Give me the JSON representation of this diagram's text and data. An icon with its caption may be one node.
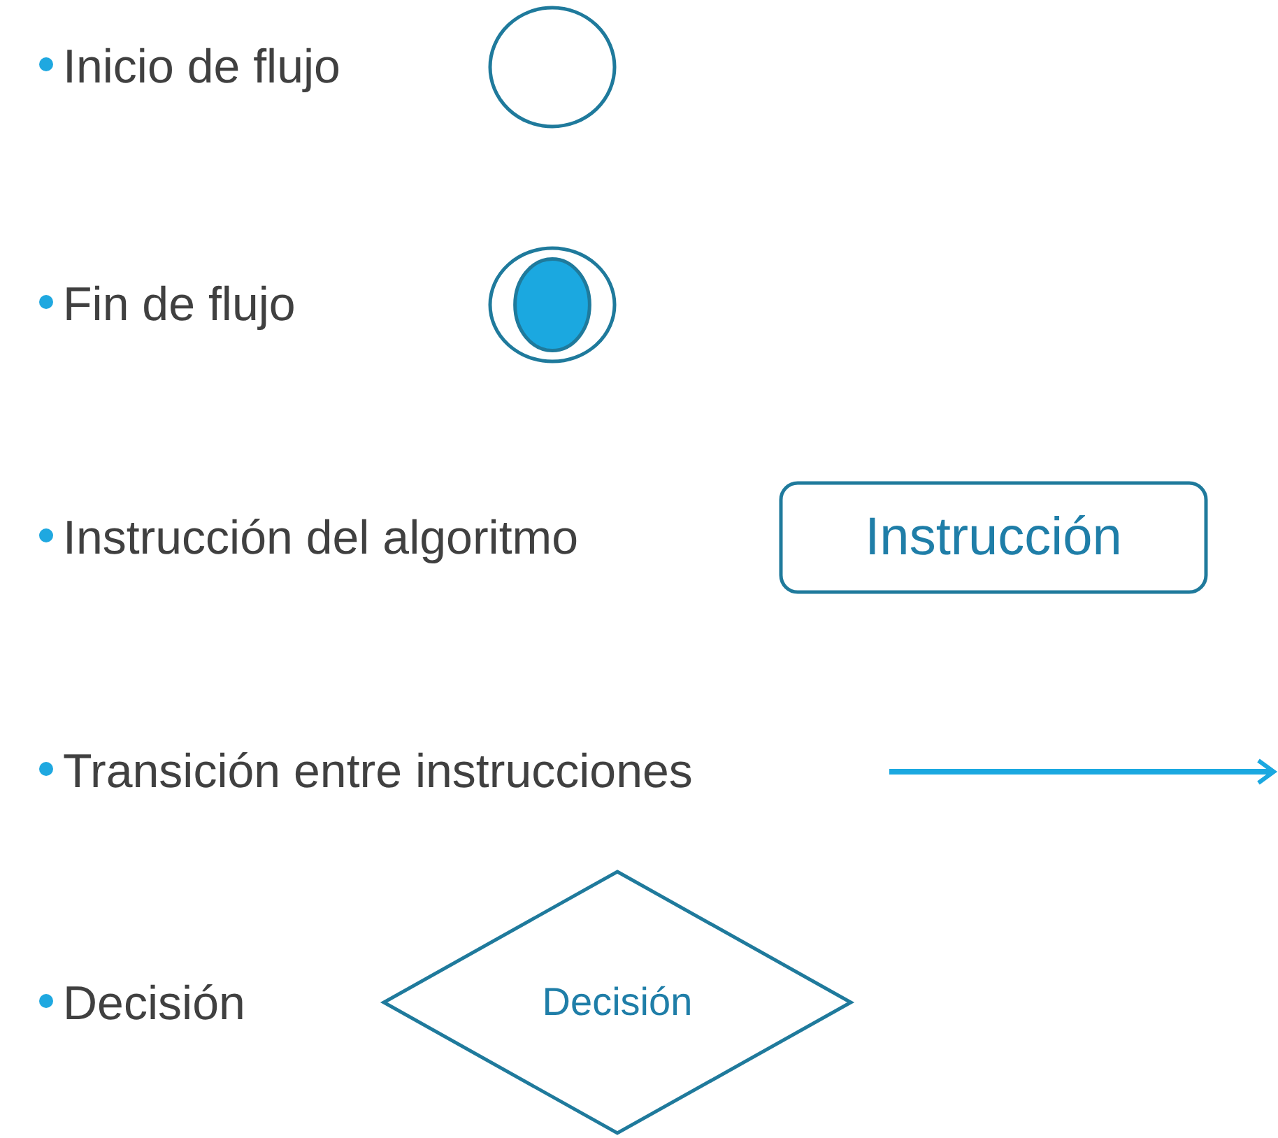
{
  "diagram": {
    "nodes": [
      {
        "text": [],
        "shape": "circle"
      },
      {
        "text": [],
        "shape": "circle"
      },
      {
        "text": [
          "Instrucción"
        ]
      },
      {
        "text": [
          "Decisión"
        ]
      }
    ],
    "labels": [
      "Inicio de flujo",
      "Fin de flujo",
      "Instrucción del algoritmo",
      "Transición entre instrucciones",
      "Decisión"
    ]
  }
}
